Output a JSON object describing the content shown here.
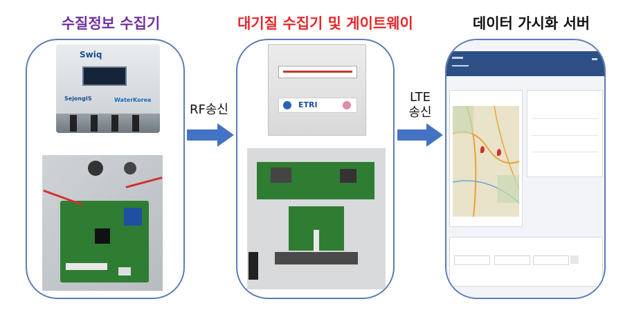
{
  "titles": {
    "water_collector": "수질정보 수집기",
    "air_collector": "대기질 수집기 및 게이트웨이",
    "server": "데이터 가시화 서버"
  },
  "title_colors": {
    "water_collector": "#7030a0",
    "air_collector": "#e8262a",
    "server": "#111111"
  },
  "arrows": {
    "rf_label": "RF송신",
    "lte_label_1": "LTE",
    "lte_label_2": "송신",
    "color": "#4472c4"
  },
  "panel_border_color": "#5b7bb4"
}
